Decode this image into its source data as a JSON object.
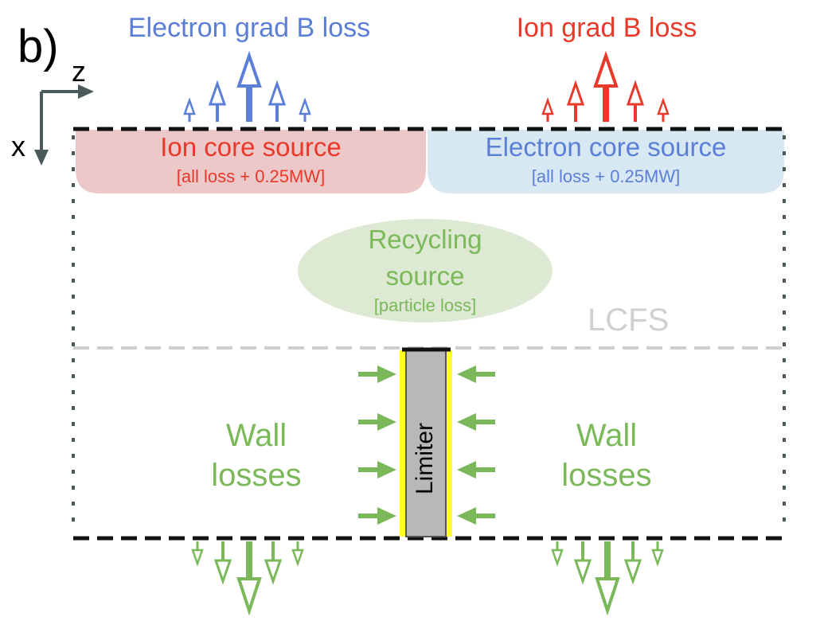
{
  "panel_label": "b)",
  "axes": {
    "horizontal": "z",
    "vertical": "x"
  },
  "top_labels": {
    "electron": "Electron grad B loss",
    "ion": "Ion grad B loss"
  },
  "sources": {
    "ion_core": {
      "title": "Ion core source",
      "subtitle": "[all loss + 0.25MW]"
    },
    "electron_core": {
      "title": "Electron core source",
      "subtitle": "[all loss + 0.25MW]"
    },
    "recycling": {
      "line1": "Recycling",
      "line2": "source",
      "subtitle": "[particle loss]"
    }
  },
  "lcfs_label": "LCFS",
  "wall_losses": {
    "left": {
      "line1": "Wall",
      "line2": "losses"
    },
    "right": {
      "line1": "Wall",
      "line2": "losses"
    }
  },
  "limiter_label": "Limiter",
  "colors": {
    "electron": "#5b7fd6",
    "ion": "#e8392a",
    "recycling": "#7ab85a",
    "ion_fill": "#edc8c8",
    "electron_fill": "#d8e8f2",
    "recycling_fill": "#dde9d3",
    "limiter_fill": "#b8b8b8",
    "limiter_edge": "#ffff33",
    "lcfs_line": "#cfcfcf",
    "axis": "#4a5a5a"
  },
  "icons": {
    "grad_b_arrows": "up-arrow-icon",
    "wall_loss_arrows": "down-arrow-icon",
    "limiter_arrows": "inward-arrow-icon"
  }
}
